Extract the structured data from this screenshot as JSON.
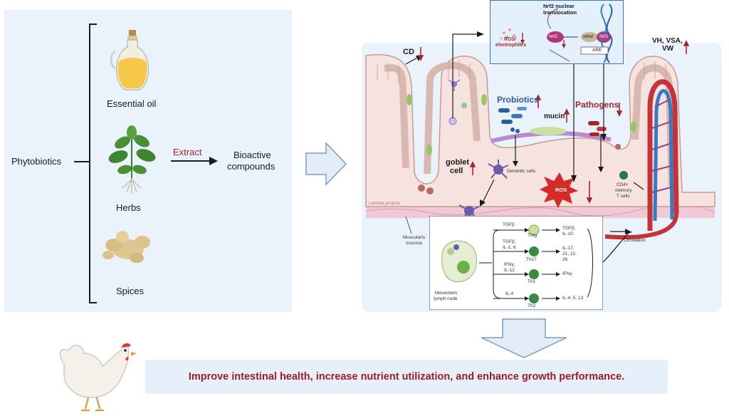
{
  "left": {
    "phytobiotics": "Phytobiotics",
    "essential_oil": "Essential oil",
    "herbs": "Herbs",
    "spices": "Spices",
    "extract": "Extract",
    "bioactive_1": "Bioactive",
    "bioactive_2": "compounds"
  },
  "nrf2": {
    "title_1": "Nrf2 nuclear",
    "title_2": "translocation",
    "ros_1": "ROS/",
    "ros_2": "electrophiles",
    "nrf2_a": "Nrf2",
    "smaf": "sMaf",
    "nrf2_b": "Nrf2",
    "are": "ARE"
  },
  "intestine": {
    "cd": "CD",
    "vh_1": "VH, VSA,",
    "vh_2": "VW",
    "probiotics": "Probiotics",
    "mucin": "mucin",
    "pathogens": "Pathogens",
    "goblet_1": "goblet",
    "goblet_2": "cell",
    "dendritic": "Dendritic cells",
    "ros": "ROS",
    "cd4_1": "CD4+",
    "cd4_2": "memory",
    "cd4_3": "T cells",
    "lamina": "Lamina propria",
    "muscularis_1": "Muscularis",
    "muscularis_2": "mucosa",
    "circulation": "Circulation"
  },
  "immune": {
    "lymph_1": "Mesenteric",
    "lymph_2": "lymph node",
    "tgfb": "TGFβ",
    "tgfb_il_1": "TGFβ,",
    "tgfb_il_2": "IL-1, 6",
    "ifn_1": "IFNγ,",
    "ifn_2": "IL-12",
    "il4": "IL-4",
    "treg": "Treg",
    "th17": "Th17",
    "th1": "Th1",
    "th2": "Th2",
    "out_treg_1": "TGFβ,",
    "out_treg_2": "IL-10",
    "out_th17_1": "IL-17,",
    "out_th17_2": "21, 22,",
    "out_th17_3": "26",
    "out_th1": "IFNγ",
    "out_th2": "IL-4, 5, 13"
  },
  "banner": {
    "text": "Improve intestinal health, increase nutrient utilization, and enhance growth performance."
  },
  "colors": {
    "panel_bg": "#eaf2fb",
    "accent_red": "#a0282c",
    "accent_blue": "#2a5f95",
    "arrow_fill": "#e3edf8",
    "arrow_stroke": "#7a9cc6"
  }
}
